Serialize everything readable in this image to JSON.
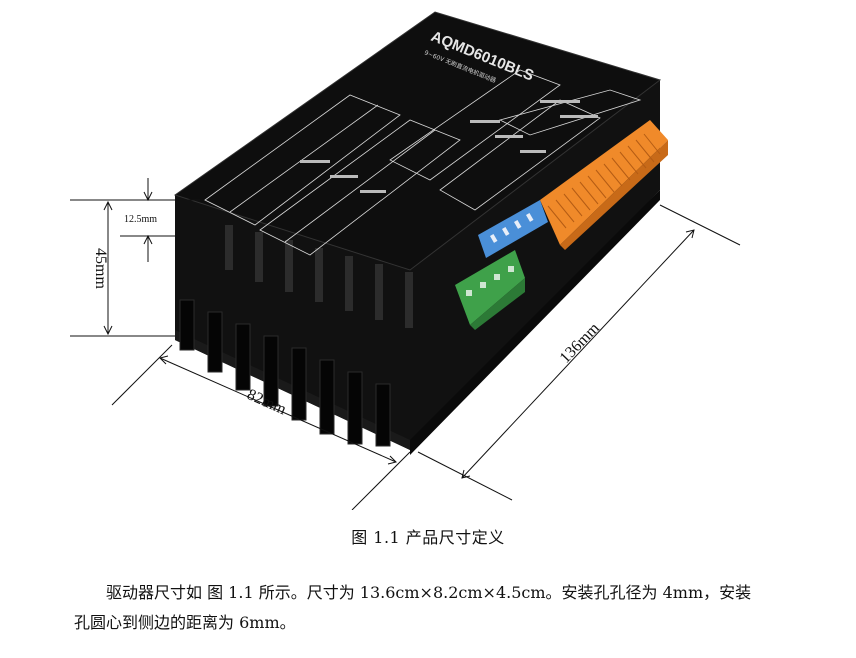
{
  "figure": {
    "product_label": "AQMD6010BLS",
    "product_sublabel": "9~60V 无刷直流电机驱动器",
    "dimensions": {
      "height": "45mm",
      "hole_offset": "12.5mm",
      "width": "82mm",
      "length": "136mm"
    },
    "colors": {
      "housing": "#0c0c0c",
      "panel_lines": "#d8d8d8",
      "orange_terminal": "#f08a2a",
      "green_terminal": "#3fa14a",
      "dip_switch": "#4a8fd8"
    }
  },
  "caption": "图 1.1 产品尺寸定义",
  "paragraph": {
    "line1": "驱动器尺寸如 图 1.1 所示。尺寸为 13.6cm×8.2cm×4.5cm。安装孔孔径为 4mm，安装",
    "line2": "孔圆心到侧边的距离为 6mm。"
  }
}
